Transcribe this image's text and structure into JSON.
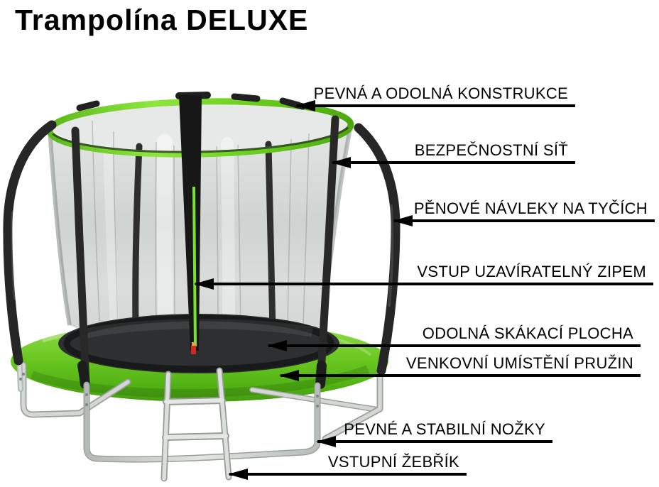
{
  "page": {
    "background": "#ffffff",
    "title": "Trampolína DELUXE"
  },
  "callouts": [
    {
      "id": "konstrukce",
      "label": "PEVNÁ A ODOLNÁ KONSTRUKCE"
    },
    {
      "id": "sit",
      "label": "BEZPEČNOSTNÍ SÍŤ"
    },
    {
      "id": "navleky",
      "label": "PĚNOVÉ NÁVLEKY NA TYČÍCH"
    },
    {
      "id": "vstup",
      "label": "VSTUP UZAVÍRATELNÝ ZIPEM"
    },
    {
      "id": "plocha",
      "label": "ODOLNÁ SKÁKACÍ PLOCHA"
    },
    {
      "id": "pruziny",
      "label": "VENKOVNÍ UMÍSTĚNÍ PRUŽIN"
    },
    {
      "id": "nozky",
      "label": "PEVNÉ A STABILNÍ NOŽKY"
    },
    {
      "id": "zebrik",
      "label": "VSTUPNÍ ŽEBŘÍK"
    }
  ],
  "illustration": {
    "alt": "trampoline with safety net, green pad, steel legs and ladder",
    "colors": {
      "ring_green": "#6fce1e",
      "pad_green": "#64c51f",
      "net_grey": "#d6d9d8",
      "pole_black": "#2a2b2a",
      "frame_silver": "#c9ccc9",
      "mat_dark": "#2b2d2e",
      "zipper_green": "#79e22f",
      "zipper_pull_red": "#cf2a20"
    }
  }
}
